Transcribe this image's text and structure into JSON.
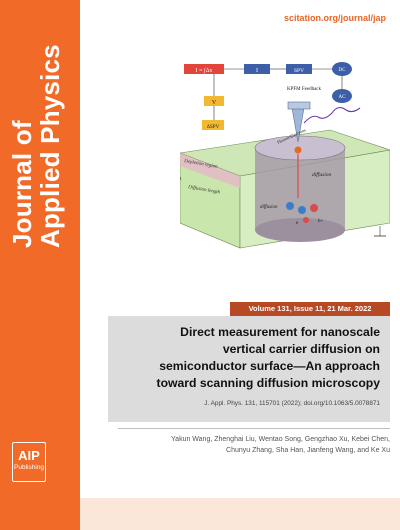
{
  "journal": {
    "title_line1": "Journal of",
    "title_line2": "Applied Physics",
    "url": "scitation.org/journal/jap",
    "band_color": "#f26a27"
  },
  "figure": {
    "labels": {
      "formula": "I = ∫Δx",
      "current": "I",
      "spv": "SPV",
      "dc": "DC",
      "ac": "AC",
      "kpfm": "KPFM Feedback",
      "v": "V",
      "dspv": "ΔSPV",
      "photon": "Photon/Electrons",
      "depletion": "Depletion region",
      "diffusion_length": "Diffusion length",
      "diffusion": "diffusion",
      "drift": "diffusion",
      "t": "t",
      "e": "e",
      "h": "h+"
    }
  },
  "issue": {
    "volume_line": "Volume 131, Issue 11, 21 Mar. 2022",
    "bar_color": "#b74a25"
  },
  "article": {
    "title_lines": [
      "Direct measurement for nanoscale",
      "vertical carrier diffusion on",
      "semiconductor surface—An approach",
      "toward scanning diffusion microscopy"
    ],
    "citation": "J. Appl. Phys. 131, 115701 (2022); doi.org/10.1063/5.0078871",
    "authors_lines": [
      "Yakun Wang, Zhenghai Liu, Wentao Song, Gengzhao Xu, Kebei Chen,",
      "Chunyu Zhang, Sha Han, Jianfeng Wang, and Ke Xu"
    ]
  },
  "publisher": {
    "name": "AIP",
    "subtitle": "Publishing"
  }
}
